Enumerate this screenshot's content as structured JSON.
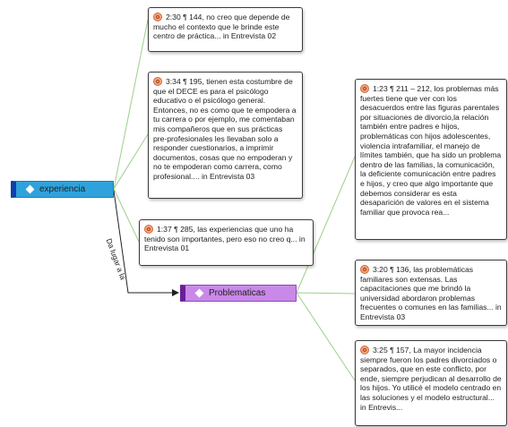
{
  "codes": {
    "experiencia": "experiencia",
    "problematicas": "Problematicas"
  },
  "link_label": "Da lugar a la",
  "quotes": [
    "2:30 ¶ 144, no creo que depende de mucho el contexto que le brinde este centro de práctica... in Entrevista 02",
    "3:34 ¶ 195, tienen esta costumbre de que el DECE es para el psicólogo educativo o el psicólogo general. Entonces, no es como que te empodera a tu carrera o por ejemplo, me comentaban mis compañeros que en sus prácticas pre-profesionales les llevaban solo a responder cuestionarios, a imprimir documentos, cosas que no empoderan y no te empoderan como carrera, como profesional.... in Entrevista 03",
    "1:37 ¶ 285, las experiencias que uno ha tenido son importantes, pero eso no creo q... in Entrevista 01",
    "1:23 ¶ 211 – 212, los problemas más fuertes tiene que ver con los desacuerdos entre las figuras parentales por situaciones de divorcio,la relación también entre padres e hijos, problemáticas con hijos adolescentes, violencia intrafamiliar, el manejo de límites también, que ha sido un problema dentro de las familias, la comunicación, la deficiente comunicación entre padres e hijos, y creo que algo importante que debemos considerar es esta desaparición de valores en el sistema familiar que provoca rea...",
    "3:20 ¶ 136, las problemáticas familiares son extensas. Las capacitaciones que me brindó la universidad abordaron problemas frecuentes o comunes en las familias... in Entrevista 03",
    "3:25 ¶ 157, La mayor incidencia siempre fueron los padres divorciados o separados, que en este conflicto, por ende, siempre perjudican al desarrollo de los hijos. Yo utilicé el modelo centrado en las soluciones y el modelo estructural... in Entrevis..."
  ],
  "colors": {
    "link_green": "#9ccf8c",
    "arrow": "#222222",
    "experiencia_fill": "#2fa2dc",
    "problematicas_fill": "#c989e8"
  }
}
